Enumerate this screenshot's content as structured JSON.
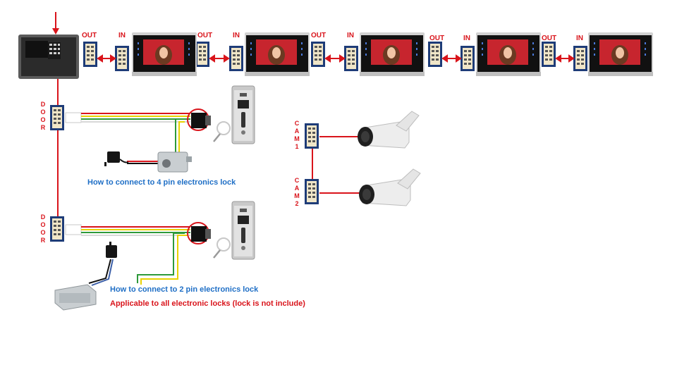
{
  "labels": {
    "out": "OUT",
    "in": "IN",
    "door": "DOOR",
    "cam1": "CAM1",
    "cam2": "CAM2"
  },
  "captions": {
    "four_pin": "How to connect to 4 pin electronics lock",
    "two_pin": "How to connect to 2 pin electronics lock",
    "applicable": "Applicable to all electronic locks (lock is not include)"
  },
  "colors": {
    "label_red": "#d9141b",
    "caption_blue": "#1f6fc6",
    "wire_red": "#d9141b",
    "wire_yellow": "#e8d200",
    "wire_green": "#2e9a3a",
    "wire_white": "#d8d8d8",
    "connector_blue": "#1e3c78"
  },
  "icons": {
    "monitor": "monitor-icon",
    "main_unit": "main-unit-icon",
    "connector": "connector-block-icon",
    "outdoor_station": "outdoor-station-icon",
    "camera": "bullet-camera-icon",
    "power_adapter": "power-adapter-icon",
    "lock": "electronic-lock-icon",
    "magnifier": "magnifier-icon"
  }
}
